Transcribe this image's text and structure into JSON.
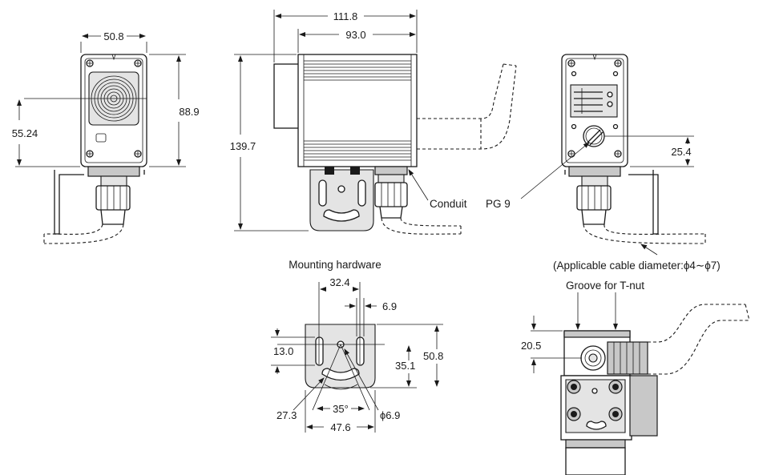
{
  "front_view": {
    "width": "50.8",
    "height": "88.9",
    "center_height": "55.24"
  },
  "side_view": {
    "overall_length": "111.8",
    "body_length": "93.0",
    "height": "139.7",
    "conduit_label": "Conduit"
  },
  "rear_view": {
    "connector_label": "PG 9",
    "offset": "25.4",
    "cable_note": "(Applicable cable diameter:ϕ4∼ϕ7)"
  },
  "mounting_hardware": {
    "title": "Mounting hardware",
    "slot_spacing": "32.4",
    "slot_width": "6.9",
    "slot_length": "13.0",
    "hole_height": "35.1",
    "height": "50.8",
    "radius": "27.3",
    "angle": "35°",
    "width": "47.6",
    "hole_diameter": "ϕ6.9"
  },
  "bottom_view": {
    "title": "Groove for T-nut",
    "groove_offset": "20.5"
  }
}
